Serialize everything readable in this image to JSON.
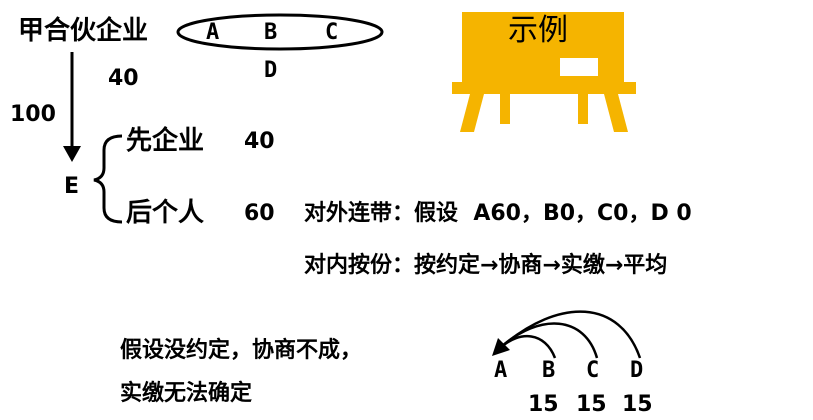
{
  "partnership_label": "甲合伙企业",
  "partners": [
    "A",
    "B",
    "C"
  ],
  "partner_d": "D",
  "amount_40_top": "40",
  "amount_100": "100",
  "enterprise_e": "E",
  "branch_first": {
    "label": "先企业",
    "amount": "40"
  },
  "branch_second": {
    "label": "后个人",
    "amount": "60"
  },
  "external_rule": "对外连带：假设  A60，B0，C0，D 0",
  "internal_rule": "对内按份：按约定→协商→实缴→平均",
  "example_label": "示例",
  "note_line1": "假设没约定，协商不成，",
  "note_line2": "实缴无法确定",
  "share_partners": [
    "A",
    "B",
    "C",
    "D"
  ],
  "share_amounts": [
    "15",
    "15",
    "15"
  ],
  "colors": {
    "board": "#F5B400",
    "board_dark": "#C98E00",
    "text": "#000000"
  }
}
